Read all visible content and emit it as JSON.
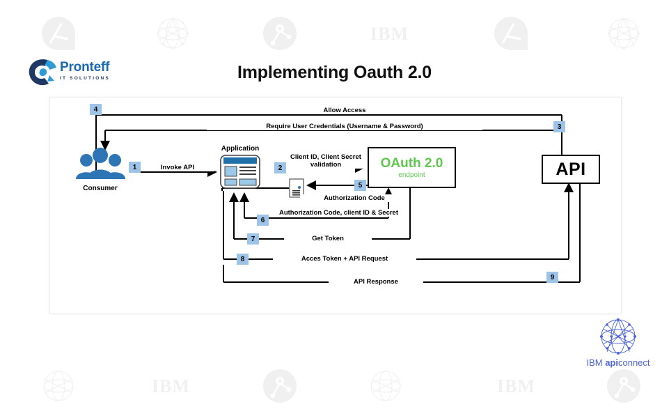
{
  "page": {
    "title": "Implementing Oauth 2.0",
    "background": "#ffffff"
  },
  "brand": {
    "logo_name": "Pronteff",
    "logo_tagline": "IT SOLUTIONS",
    "logo_icon": "pronteff-swirl-icon",
    "logo_color": "#1b68b3",
    "logo_dark": "#1f3864"
  },
  "footer": {
    "logo_icon": "apiconnect-sphere-icon",
    "brand_prefix": "IBM ",
    "brand_bold": "api",
    "brand_light": "connect",
    "color": "#4b63d6"
  },
  "watermark": {
    "items": [
      "circle-a-icon",
      "mesh-sphere-icon",
      "node-graph-icon",
      "ibm-text",
      "circle-a-icon",
      "mesh-sphere-icon"
    ],
    "ibm_text": "IBM",
    "color": "#f0f0f0"
  },
  "nodes": {
    "consumer": {
      "label": "Consumer",
      "icon": "people-group-icon",
      "color": "#2e75b6"
    },
    "application": {
      "label": "Application",
      "icon": "app-window-icon",
      "color": "#2e75b6"
    },
    "document": {
      "icon": "document-page-icon"
    },
    "oauth": {
      "title": "OAuth 2.0",
      "subtitle": "endpoint",
      "color": "#5fc74e"
    },
    "api": {
      "label": "API"
    }
  },
  "flows": [
    {
      "num": "1",
      "label": "Invoke API"
    },
    {
      "num": "2",
      "label": "Client ID, Client Secret validation"
    },
    {
      "num": "3",
      "label": "Require User Credentials (Username & Password)"
    },
    {
      "num": "4",
      "label": "Allow Access"
    },
    {
      "num": "5",
      "label": "Authorization Code"
    },
    {
      "num": "6",
      "label": "Authorization Code, client ID & Secret"
    },
    {
      "num": "7",
      "label": "Get Token"
    },
    {
      "num": "8",
      "label": "Acces Token + API Request"
    },
    {
      "num": "9",
      "label": "API Response"
    }
  ],
  "badge_color": "#9dc3e6"
}
